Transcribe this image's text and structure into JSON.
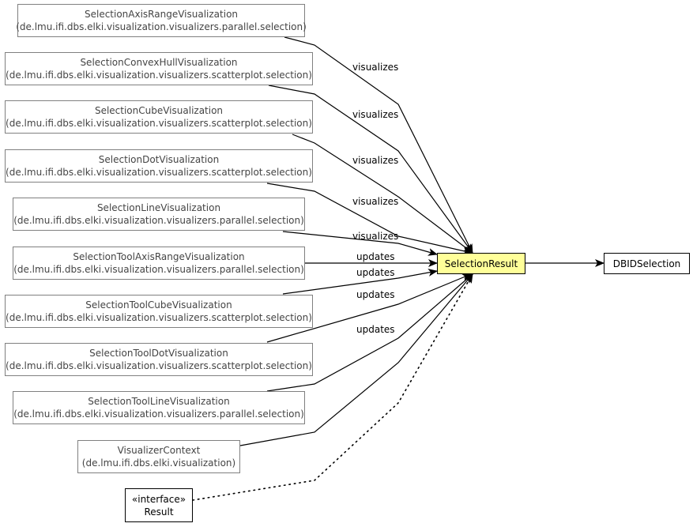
{
  "diagram": {
    "nodes": [
      {
        "id": "n1",
        "title": "SelectionAxisRangeVisualization",
        "package": "(de.lmu.ifi.dbs.elki.visualization.visualizers.parallel.selection)"
      },
      {
        "id": "n2",
        "title": "SelectionConvexHullVisualization",
        "package": "(de.lmu.ifi.dbs.elki.visualization.visualizers.scatterplot.selection)"
      },
      {
        "id": "n3",
        "title": "SelectionCubeVisualization",
        "package": "(de.lmu.ifi.dbs.elki.visualization.visualizers.scatterplot.selection)"
      },
      {
        "id": "n4",
        "title": "SelectionDotVisualization",
        "package": "(de.lmu.ifi.dbs.elki.visualization.visualizers.scatterplot.selection)"
      },
      {
        "id": "n5",
        "title": "SelectionLineVisualization",
        "package": "(de.lmu.ifi.dbs.elki.visualization.visualizers.parallel.selection)"
      },
      {
        "id": "n6",
        "title": "SelectionToolAxisRangeVisualization",
        "package": "(de.lmu.ifi.dbs.elki.visualization.visualizers.parallel.selection)"
      },
      {
        "id": "n7",
        "title": "SelectionToolCubeVisualization",
        "package": "(de.lmu.ifi.dbs.elki.visualization.visualizers.scatterplot.selection)"
      },
      {
        "id": "n8",
        "title": "SelectionToolDotVisualization",
        "package": "(de.lmu.ifi.dbs.elki.visualization.visualizers.scatterplot.selection)"
      },
      {
        "id": "n9",
        "title": "SelectionToolLineVisualization",
        "package": "(de.lmu.ifi.dbs.elki.visualization.visualizers.parallel.selection)"
      },
      {
        "id": "n10",
        "title": "VisualizerContext",
        "package": "(de.lmu.ifi.dbs.elki.visualization)"
      },
      {
        "id": "n11",
        "stereotype": "«interface»",
        "title": "Result"
      },
      {
        "id": "center",
        "title": "SelectionResult"
      },
      {
        "id": "target",
        "title": "DBIDSelection"
      }
    ],
    "edge_labels": [
      "visualizes",
      "visualizes",
      "visualizes",
      "visualizes",
      "visualizes",
      "updates",
      "updates",
      "updates",
      "updates"
    ],
    "colors": {
      "focus_fill": "#ffff99",
      "class_border": "#808080",
      "line": "#000000"
    }
  }
}
